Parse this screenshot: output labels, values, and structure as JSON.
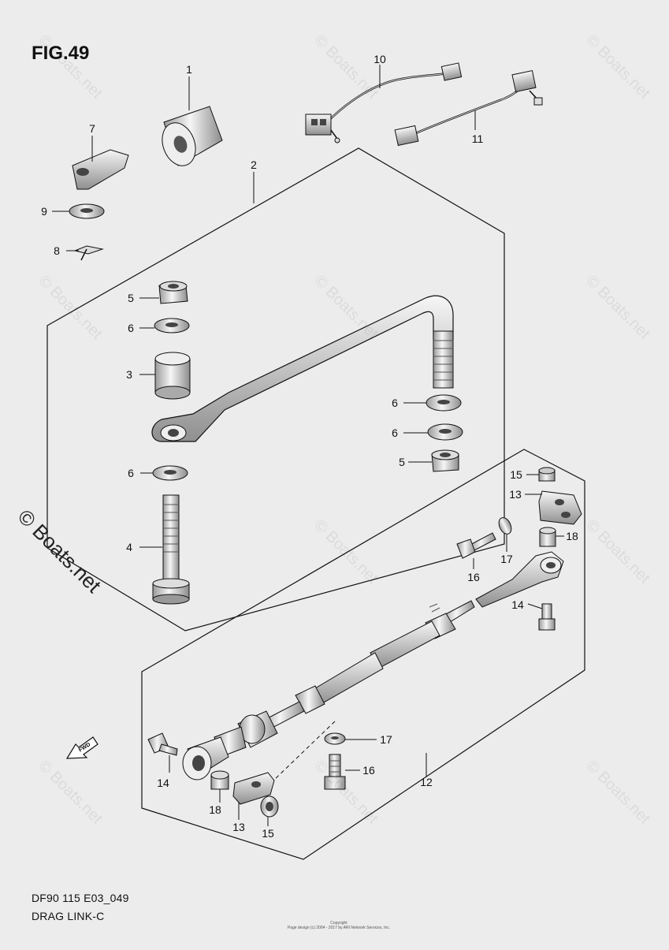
{
  "figure": {
    "title": "FIG.49",
    "model_code": "DF90 115 E03_049",
    "subtitle": "DRAG LINK-C",
    "copyright_line1": "Copyright",
    "copyright_line2": "Page design (c) 2004 - 2017 by ARI Network Services, Inc.",
    "watermark": "© Boats.net"
  },
  "callouts": {
    "c1": "1",
    "c2": "2",
    "c3": "3",
    "c4": "4",
    "c5a": "5",
    "c5b": "5",
    "c6a": "6",
    "c6b": "6",
    "c6c": "6",
    "c6d": "6",
    "c7": "7",
    "c8": "8",
    "c9": "9",
    "c10": "10",
    "c11": "11",
    "c12": "12",
    "c13a": "13",
    "c13b": "13",
    "c14a": "14",
    "c14b": "14",
    "c15a": "15",
    "c15b": "15",
    "c16a": "16",
    "c16b": "16",
    "c17a": "17",
    "c17b": "17",
    "c18a": "18",
    "c18b": "18"
  },
  "fwd_label": "FWD",
  "colors": {
    "line": "#111111",
    "part_fill": "#f2f2f2",
    "shade": "#8a8a8a",
    "background": "#ececec"
  }
}
